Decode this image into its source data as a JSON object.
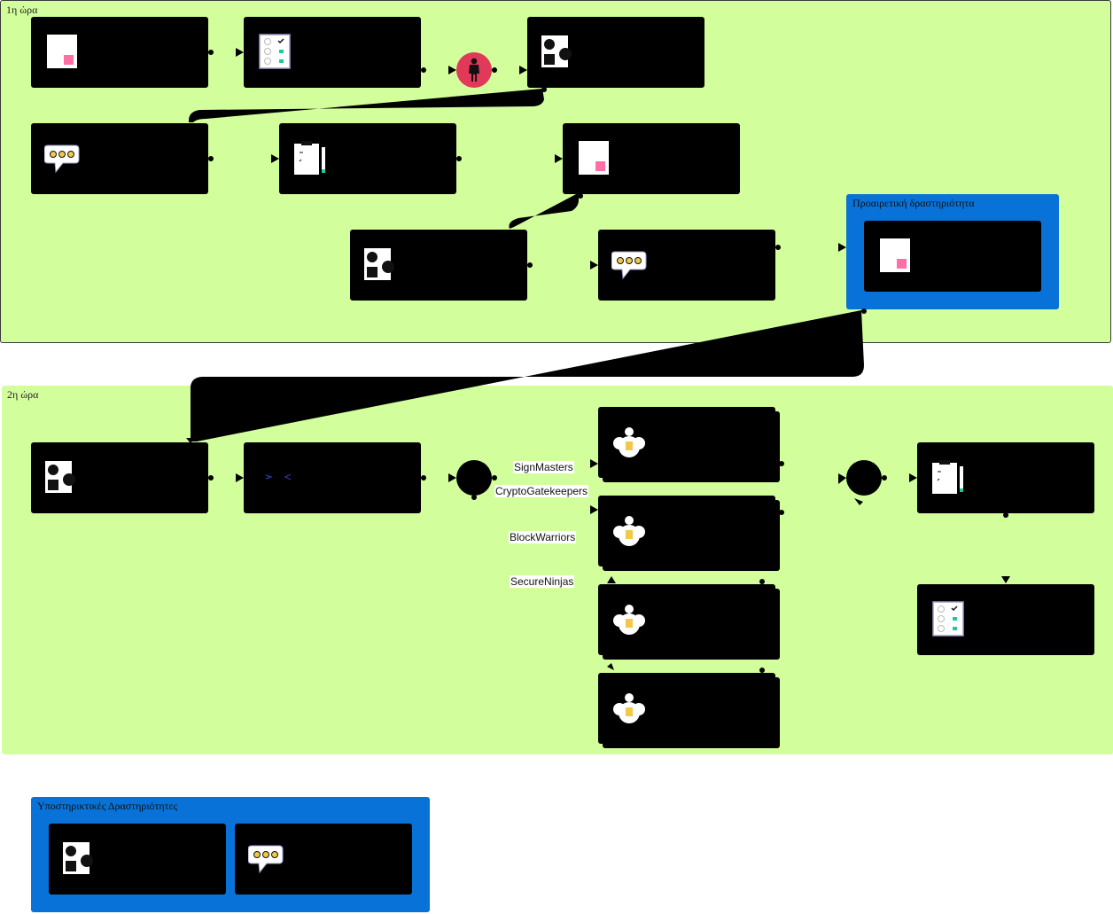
{
  "lanes": {
    "hour1": {
      "title": "1η ώρα"
    },
    "hour2": {
      "title": "2η ώρα"
    }
  },
  "groups": {
    "optional": {
      "title": "Προαιρετική δραστηριότητα"
    },
    "supportive": {
      "title": "Υποστηρικτικές Δραστηριότητες"
    }
  },
  "branch_labels": {
    "team1": "SignMasters",
    "team2": "CryptoGatekeepers",
    "team3": "BlockWarriors",
    "team4": "SecureNinjas"
  },
  "icons": {
    "document": "document-note-icon",
    "checklist": "checklist-icon",
    "shapes": "shapes-icon",
    "chat": "chat-bubble-icon",
    "clipboard": "clipboard-pencil-icon",
    "person": "person-icon",
    "code": "code-brackets-icon",
    "team": "team-group-icon"
  },
  "colors": {
    "lane_fill": "#d2ff9c",
    "group_fill": "#0872d8",
    "activity_fill": "#000000",
    "person_circle": "#e0395a",
    "note_accent": "#ff6ea5",
    "team_accent": "#f2c84b"
  }
}
